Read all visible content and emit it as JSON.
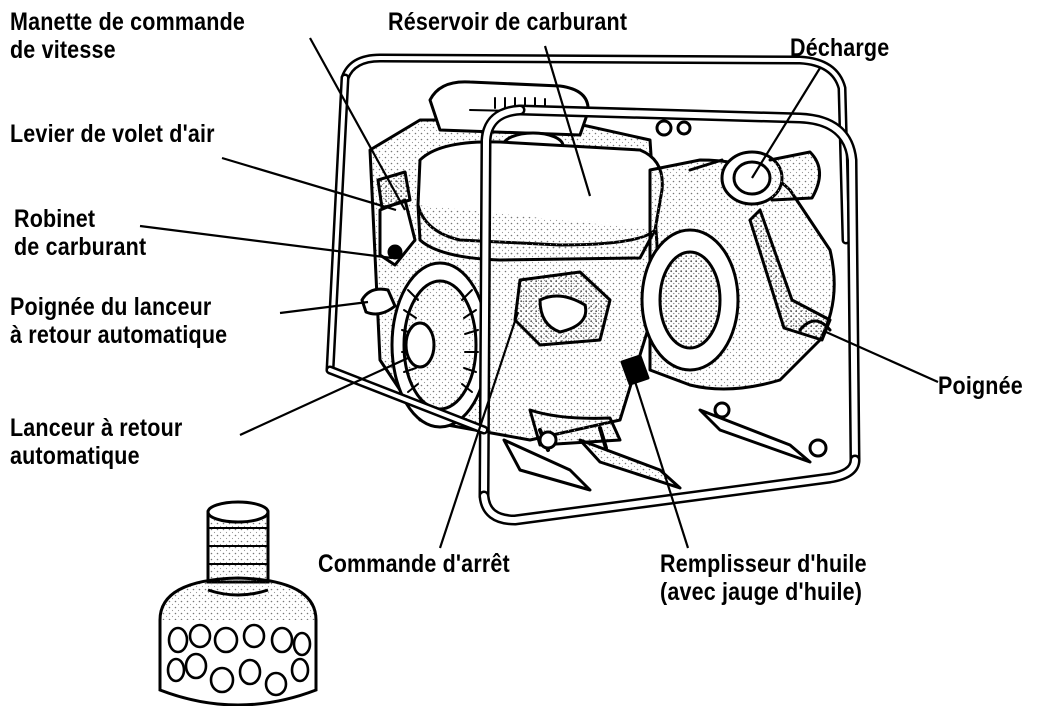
{
  "labels": {
    "speed_control": {
      "line1": "Manette de commande",
      "line2": "de vitesse"
    },
    "fuel_tank": "Réservoir de carburant",
    "discharge": "Décharge",
    "choke_lever": "Levier de volet d'air",
    "fuel_valve": {
      "line1": "Robinet",
      "line2": "de carburant"
    },
    "starter_grip": {
      "line1": "Poignée du lanceur",
      "line2": "à retour automatique"
    },
    "recoil_starter": {
      "line1": "Lanceur à retour",
      "line2": "automatique"
    },
    "handle": "Poignée",
    "stop_switch": "Commande d'arrêt",
    "oil_filler": {
      "line1": "Remplisseur d'huile",
      "line2": "(avec jauge d'huile)"
    }
  },
  "colors": {
    "ink": "#000000",
    "paper": "#ffffff",
    "shade": "#bdbdbd"
  }
}
